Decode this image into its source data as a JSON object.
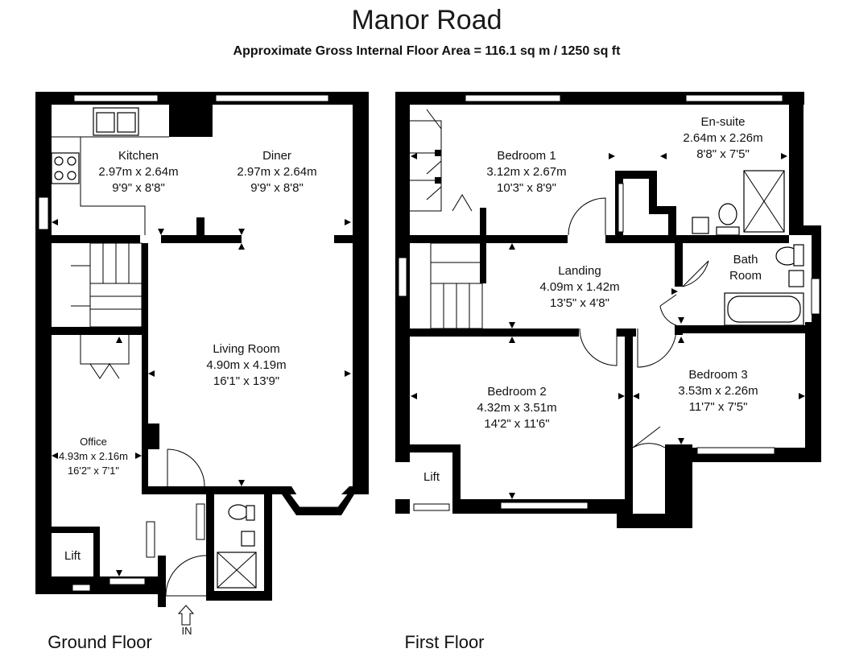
{
  "header": {
    "title": "Manor Road",
    "subtitle": "Approximate Gross Internal Floor Area  = 116.1 sq m  / 1250 sq ft"
  },
  "ground_floor": {
    "label": "Ground Floor",
    "entrance_label": "IN",
    "rooms": {
      "kitchen": {
        "name": "Kitchen",
        "metric": "2.97m x 2.64m",
        "imperial": "9'9\" x 8'8\""
      },
      "diner": {
        "name": "Diner",
        "metric": "2.97m x 2.64m",
        "imperial": "9'9\" x 8'8\""
      },
      "living": {
        "name": "Living Room",
        "metric": "4.90m x 4.19m",
        "imperial": "16'1\" x 13'9\""
      },
      "office": {
        "name": "Office",
        "metric": "4.93m x 2.16m",
        "imperial": "16'2\" x 7'1\""
      },
      "lift": {
        "name": "Lift"
      }
    }
  },
  "first_floor": {
    "label": "First Floor",
    "rooms": {
      "bedroom1": {
        "name": "Bedroom 1",
        "metric": "3.12m x 2.67m",
        "imperial": "10'3\" x 8'9\""
      },
      "ensuite": {
        "name": "En-suite",
        "metric": "2.64m x 2.26m",
        "imperial": "8'8\" x 7'5\""
      },
      "landing": {
        "name": "Landing",
        "metric": "4.09m x 1.42m",
        "imperial": "13'5\" x 4'8\""
      },
      "bath": {
        "name_line1": "Bath",
        "name_line2": "Room"
      },
      "bedroom2": {
        "name": "Bedroom 2",
        "metric": "4.32m x 3.51m",
        "imperial": "14'2\" x 11'6\""
      },
      "bedroom3": {
        "name": "Bedroom 3",
        "metric": "3.53m x 2.26m",
        "imperial": "11'7\" x 7'5\""
      },
      "lift": {
        "name": "Lift"
      }
    }
  }
}
